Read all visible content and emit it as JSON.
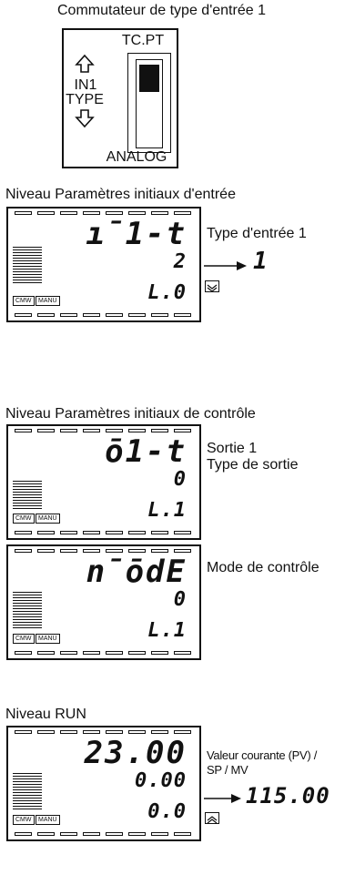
{
  "switch": {
    "caption": "Commutateur de type d'entrée 1",
    "top_label": "TC.PT",
    "side_label_1": "IN1",
    "side_label_2": "TYPE",
    "bottom_label": "ANALOG",
    "up_arrow_icon": "up-arrow-icon",
    "down_arrow_icon": "down-arrow-icon"
  },
  "section_input": {
    "title": "Niveau Paramètres initiaux d'entrée",
    "panel": {
      "line1": "ı̄1-t",
      "line2": "2",
      "line3": "L.0",
      "mini1": "CMW",
      "mini2": "MANU"
    },
    "label": "Type d'entrée 1",
    "arrow_value": "1",
    "key_icon": "down-key-icon"
  },
  "section_control": {
    "title": "Niveau Paramètres initiaux de contrôle",
    "panel1": {
      "line1": "ō1-t",
      "line2": "0",
      "line3": "L.1",
      "mini1": "CMW",
      "mini2": "MANU"
    },
    "label1_line1": "Sortie 1",
    "label1_line2": "Type de sortie",
    "panel2": {
      "line1": "n̄ōdE",
      "line2": "0",
      "line3": "L.1",
      "mini1": "CMW",
      "mini2": "MANU"
    },
    "label2": "Mode de contrôle"
  },
  "section_run": {
    "title": "Niveau RUN",
    "panel": {
      "line1": "23.00",
      "line2": "0.00",
      "line3": "0.0",
      "mini1": "CMW",
      "mini2": "MANU"
    },
    "label_line1": "Valeur courante (PV) /",
    "label_line2": "SP / MV",
    "arrow_value": "115.00",
    "key_icon": "up-key-icon"
  }
}
